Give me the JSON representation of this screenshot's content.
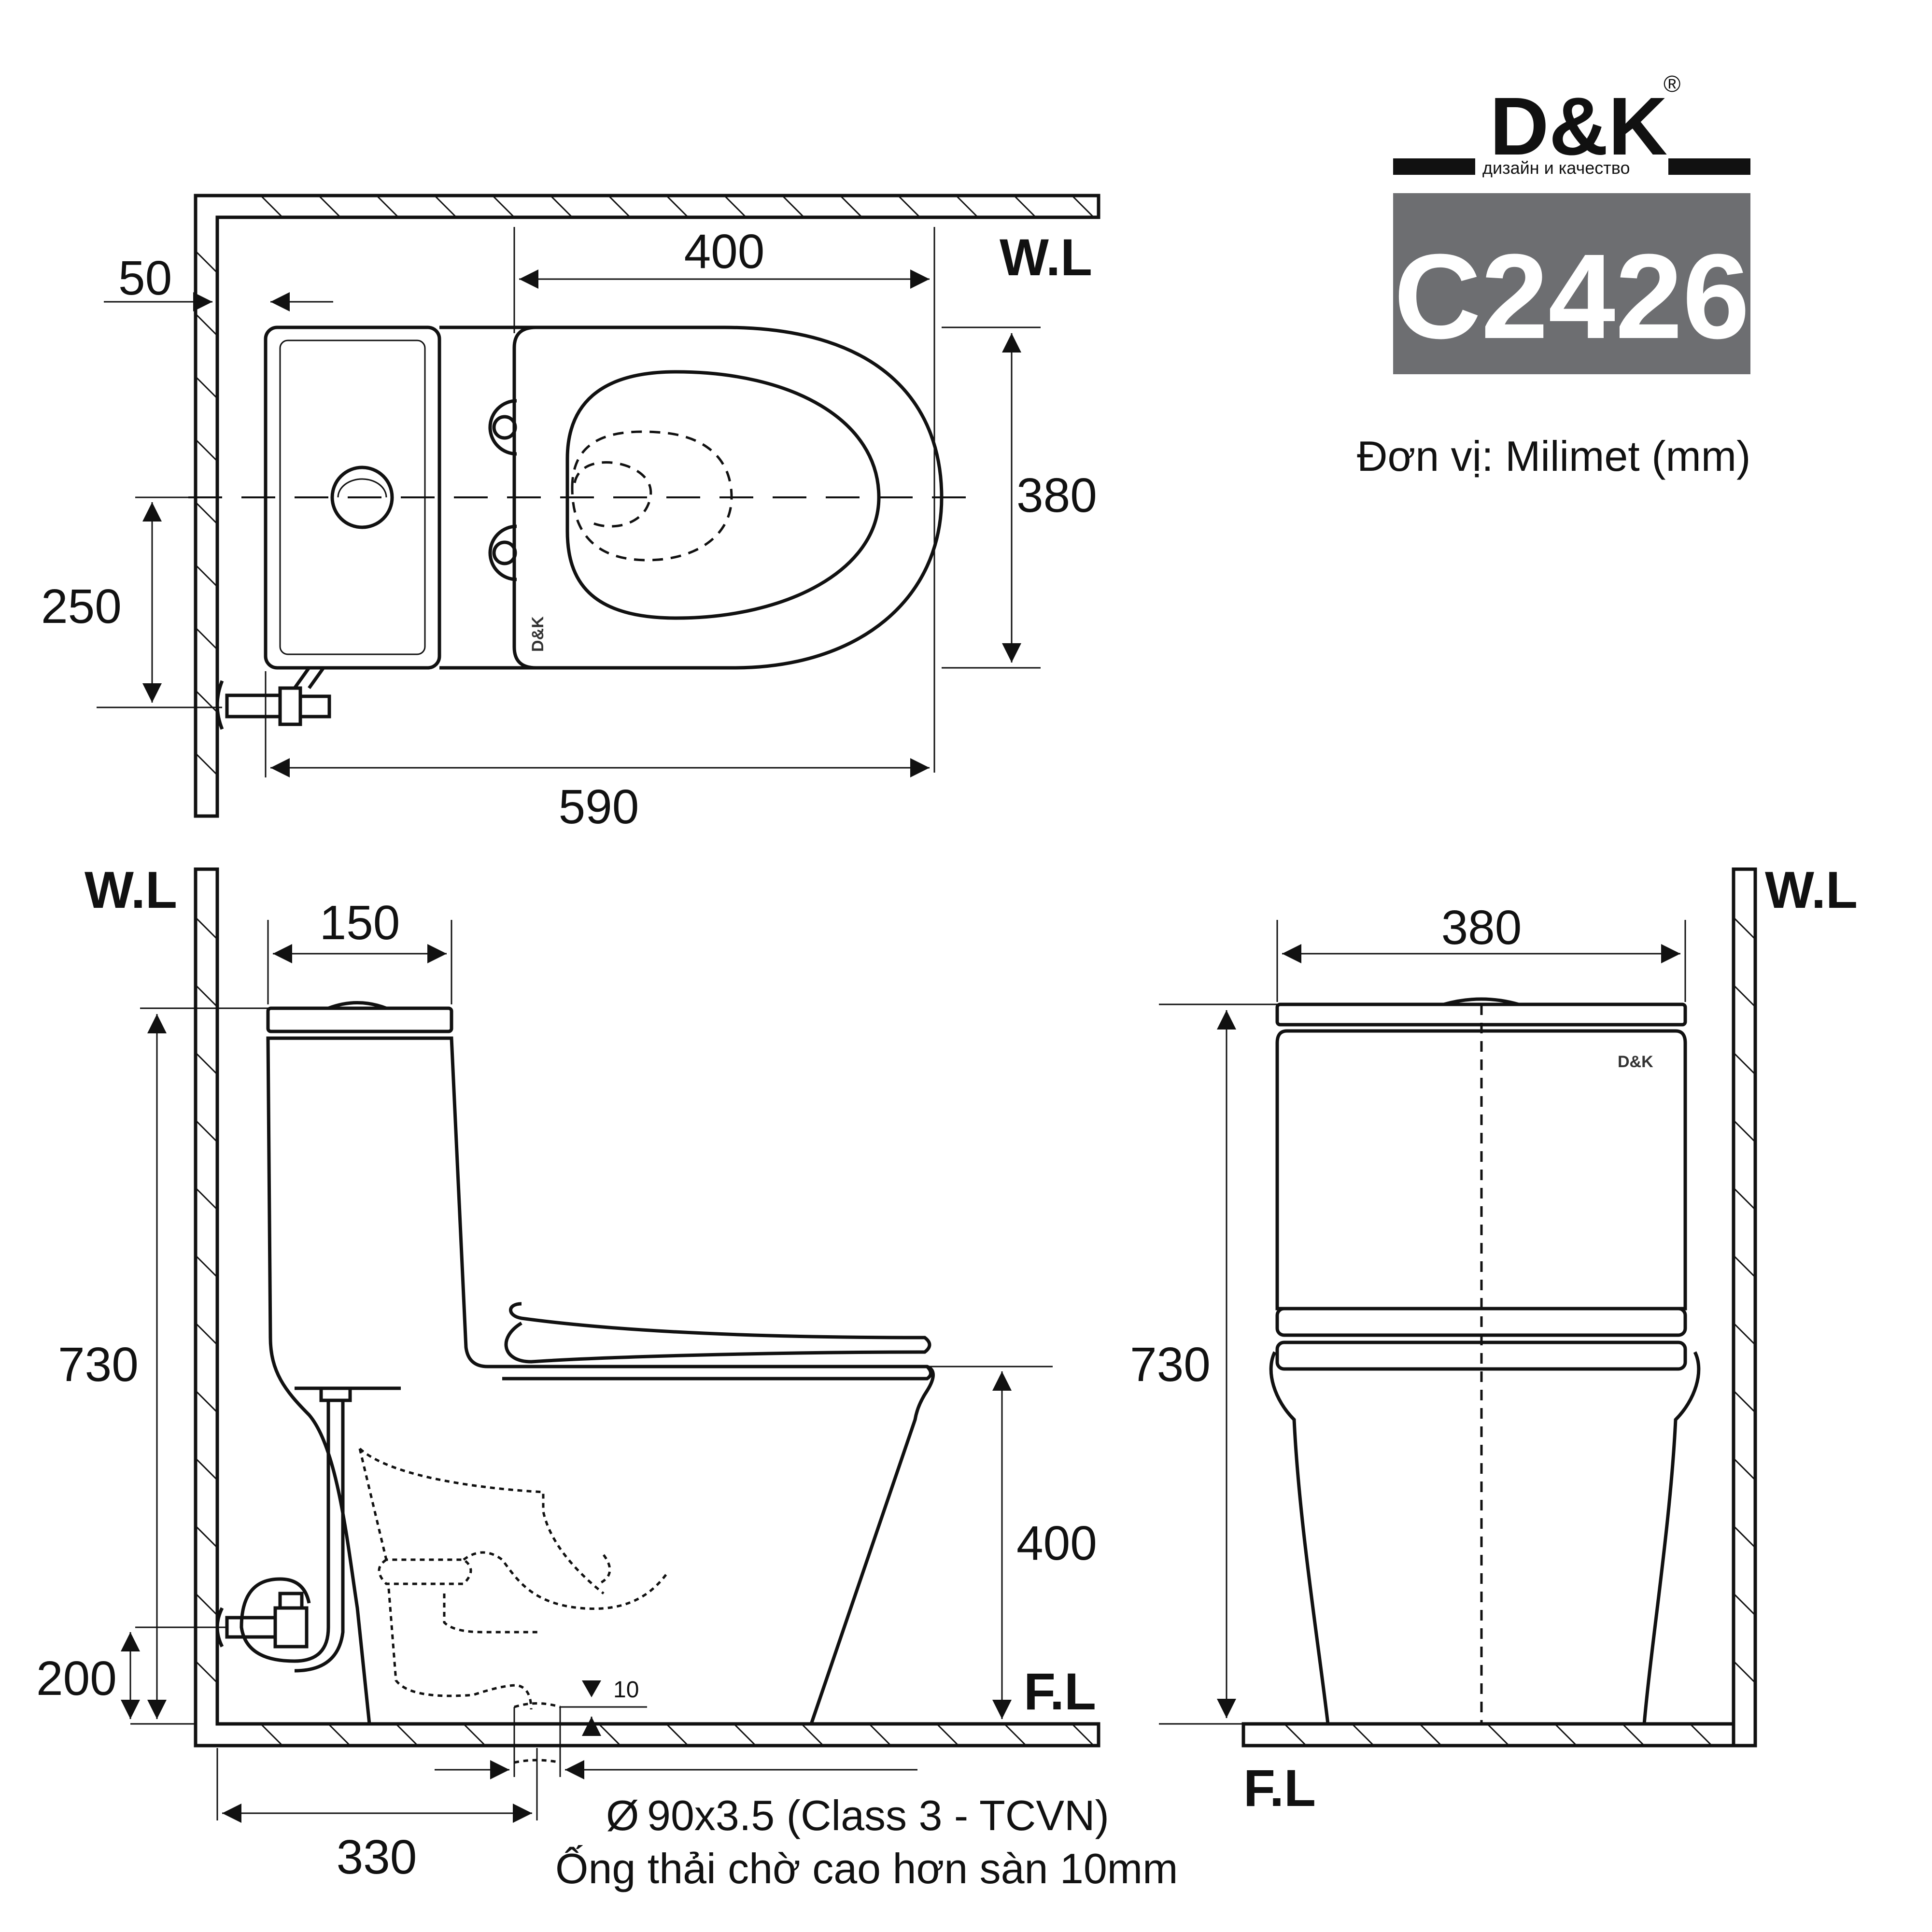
{
  "brand": {
    "name": "D&K",
    "registered": "®",
    "tagline": "дизайн и качество",
    "model": "C2426",
    "model_bg": "#6d6e71"
  },
  "unit_note": "Đơn vị: Milimet  (mm)",
  "plan_view": {
    "wall_offset": "50",
    "seat_width": "400",
    "width": "380",
    "inlet_offset": "250",
    "depth": "590",
    "wall_label": "W.L"
  },
  "side_view": {
    "wall_label": "W.L",
    "floor_label": "F.L",
    "tank_depth": "150",
    "height": "730",
    "seat_height": "400",
    "inlet_height": "200",
    "outlet_offset": "10",
    "rough_in": "330",
    "pipe_spec_symbol": "Ø",
    "pipe_spec": "90x3.5 (Class 3 - TCVN)",
    "pipe_note": "Ống thải chờ cao hơn sàn 10mm"
  },
  "front_view": {
    "wall_label": "W.L",
    "floor_label": "F.L",
    "width": "380",
    "height": "730",
    "mark": "D&K"
  }
}
